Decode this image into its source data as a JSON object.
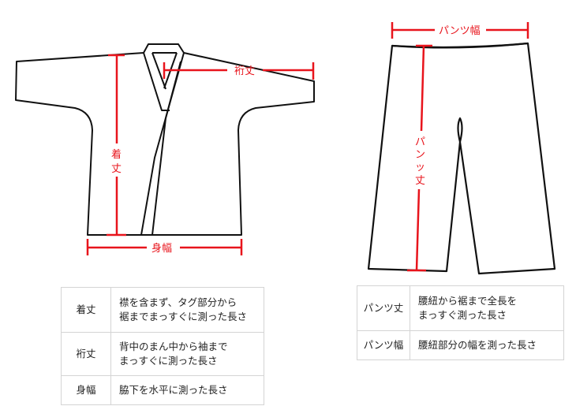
{
  "jacket": {
    "labels": {
      "length": "着丈",
      "sleeve": "裄丈",
      "width": "身幅"
    }
  },
  "pants": {
    "labels": {
      "width": "パンツ幅",
      "length": "パンツ丈"
    }
  },
  "jacket_table": {
    "rows": [
      {
        "term": "着丈",
        "desc_line1": "襟を含まず、タグ部分から",
        "desc_line2": "裾までまっすぐに測った長さ"
      },
      {
        "term": "裄丈",
        "desc_line1": "背中のまん中から袖まで",
        "desc_line2": "まっすぐに測った長さ"
      },
      {
        "term": "身幅",
        "desc_line1": "脇下を水平に測った長さ"
      }
    ]
  },
  "pants_table": {
    "rows": [
      {
        "term": "パンツ丈",
        "desc_line1": "腰紐から裾まで全長を",
        "desc_line2": "まっすぐ測った長さ"
      },
      {
        "term": "パンツ幅",
        "desc_line1": "腰紐部分の幅を測った長さ"
      }
    ]
  },
  "colors": {
    "measure_red": "#e8141c",
    "outline": "#111111",
    "table_border": "#d4d4d4"
  }
}
